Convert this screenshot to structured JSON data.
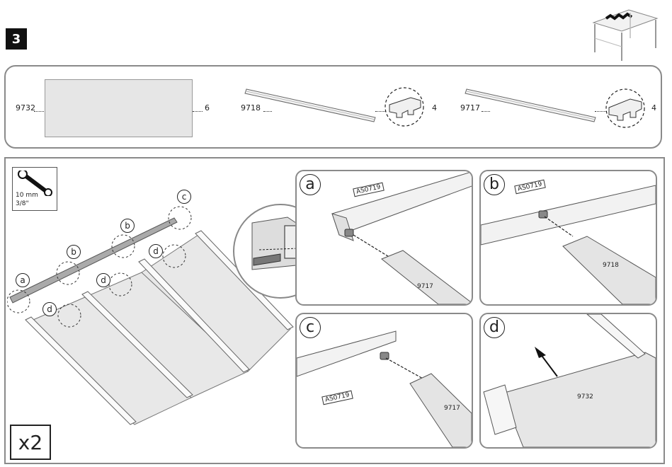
{
  "step": "3",
  "parts": [
    {
      "code": "9732",
      "qty": "6"
    },
    {
      "code": "9718",
      "qty": "4"
    },
    {
      "code": "9717",
      "qty": "4"
    }
  ],
  "tool": {
    "size_mm": "10 mm",
    "size_in": "3/8\""
  },
  "multiplier": "x2",
  "callouts": {
    "a": "a",
    "b": "b",
    "c": "c",
    "d": "d"
  },
  "details": {
    "a": {
      "letter": "a",
      "sticker": "AS0719",
      "part": "9717"
    },
    "b": {
      "letter": "b",
      "sticker": "AS0719",
      "part": "9718"
    },
    "c": {
      "letter": "c",
      "sticker": "AS0719",
      "part": "9717"
    },
    "d": {
      "letter": "d",
      "part": "9732"
    }
  }
}
